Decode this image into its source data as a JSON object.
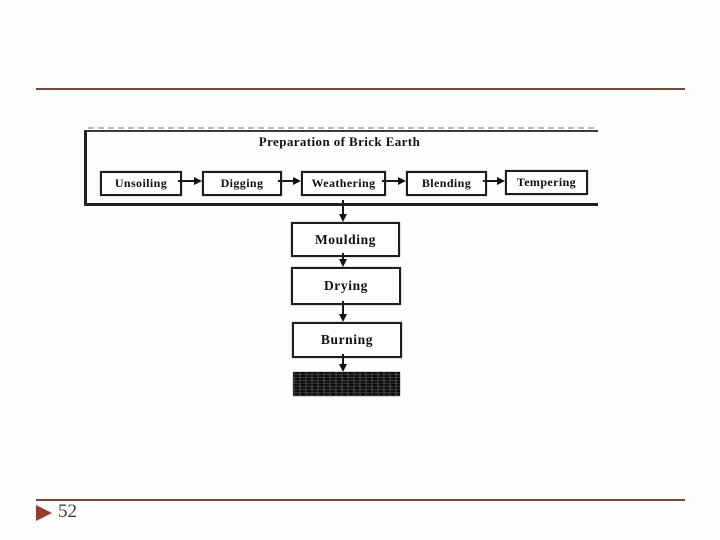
{
  "slide": {
    "page_number": "52"
  },
  "diagram": {
    "title": "Preparation of Brick Earth",
    "preparation_steps": [
      "Unsoiling",
      "Digging",
      "Weathering",
      "Blending",
      "Tempering"
    ],
    "process_steps": [
      "Moulding",
      "Drying",
      "Burning"
    ]
  },
  "icons": {
    "bullet": "right-triangle-icon"
  },
  "colors": {
    "rule_line": "#7d4839",
    "bullet_triangle": "#9d392f",
    "diagram_ink": "#1c1c1c"
  }
}
